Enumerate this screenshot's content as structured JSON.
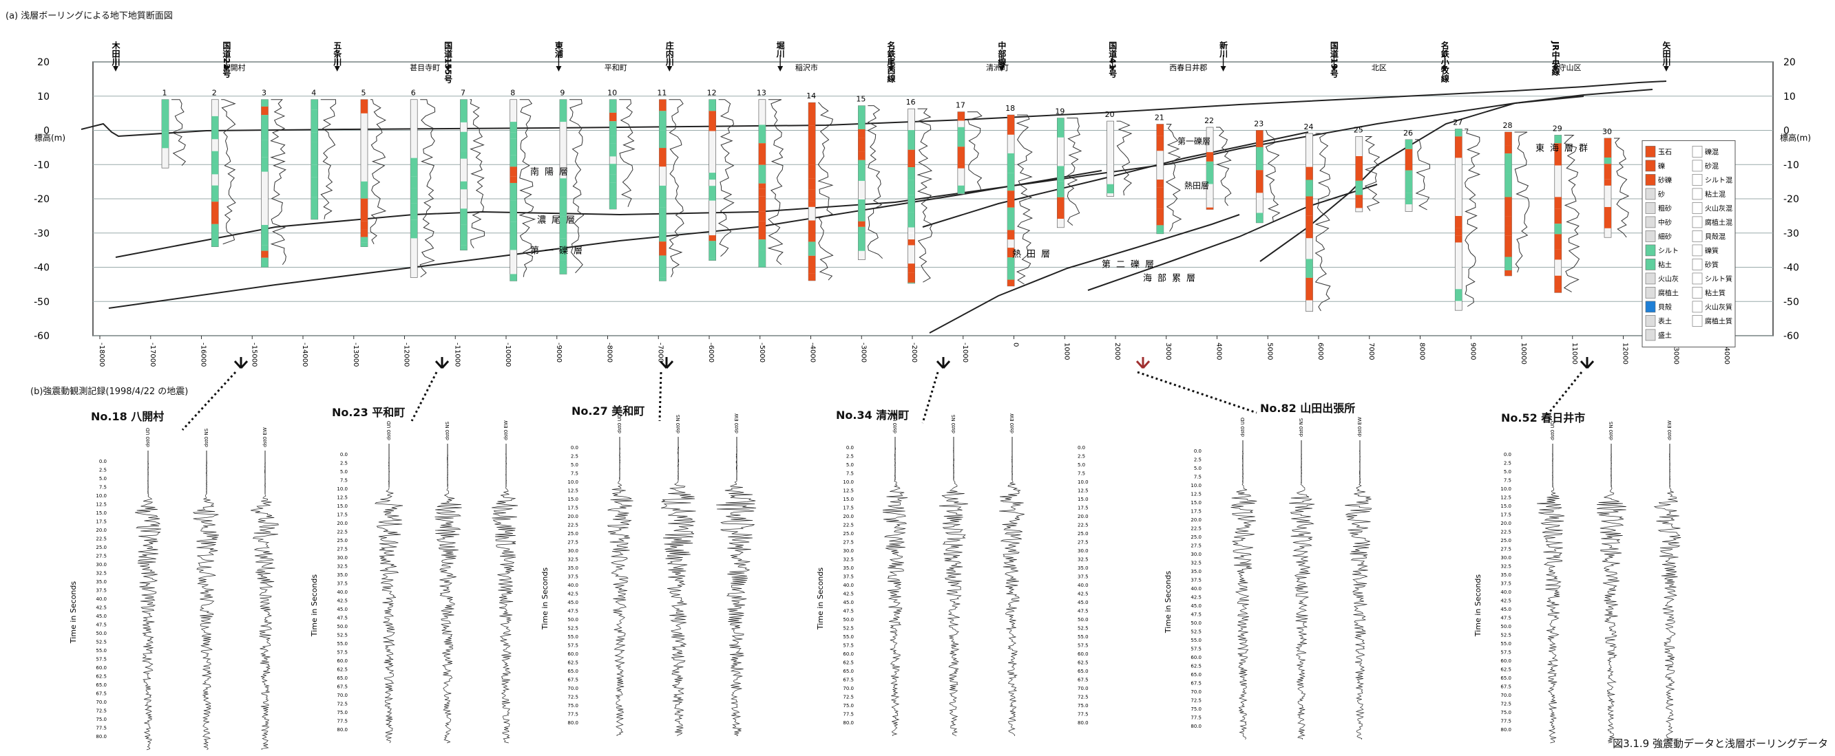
{
  "captions": {
    "section": "(a) 浅層ボーリングによる地下地質断面図",
    "records": "(b)強震動観測記録(1998/4/22 の地震)",
    "figure": "図3.1.9  強震動データと浅層ボーリングデータ"
  },
  "section": {
    "ylabel": "標高(m)",
    "yticks": [
      20,
      10,
      0,
      -10,
      -20,
      -30,
      -40,
      -50,
      -60
    ],
    "xticks": [
      "-18000",
      "-17000",
      "-16000",
      "-15000",
      "-14000",
      "-13000",
      "-12000",
      "-11000",
      "-10000",
      "-9000",
      "-8000",
      "-7000",
      "-6000",
      "-5000",
      "-4000",
      "-3000",
      "-2000",
      "-1000",
      "0",
      "1000",
      "2000",
      "3000",
      "4000",
      "5000",
      "6000",
      "7000",
      "8000",
      "9000",
      "10000",
      "11000",
      "12000",
      "13000",
      "14000"
    ],
    "landmarks": [
      "木田川",
      "国道22号",
      "五条川",
      "国道155号",
      "東浦",
      "庄内川",
      "堀川",
      "名鉄尾西線",
      "中部線",
      "国道41号",
      "新川",
      "国道19号",
      "名鉄小牧線",
      "JR中央線",
      "矢田川"
    ],
    "districts": [
      "八開村",
      "甚目寺町",
      "平和町",
      "稲沢市",
      "清洲町",
      "西春日井郡",
      "北区",
      "守山区"
    ],
    "layers": [
      "南陽層",
      "濃尾層",
      "第一礫層",
      "熱田層",
      "第二礫層",
      "海部累層",
      "東海層群"
    ],
    "boreholes": [
      "1",
      "2",
      "3",
      "4",
      "5",
      "6",
      "7",
      "8",
      "9",
      "10",
      "11",
      "12",
      "13",
      "14",
      "15",
      "16",
      "17",
      "18",
      "19",
      "20",
      "21",
      "22",
      "23",
      "24",
      "25",
      "26",
      "27",
      "28",
      "29",
      "30"
    ],
    "legend": [
      "玉石",
      "礫",
      "砂礫",
      "砂",
      "粗砂",
      "中砂",
      "細砂",
      "シルト",
      "粘土",
      "火山灰",
      "腐植土",
      "貝殻",
      "表土",
      "盛土",
      "礫混",
      "砂混",
      "シルト混",
      "粘土混",
      "火山灰混",
      "腐植土混",
      "貝殻混",
      "礫質",
      "砂質",
      "シルト質",
      "粘土質",
      "火山灰質",
      "腐植土質"
    ],
    "legend_colors": {
      "gravel": "#e8501c",
      "silt": "#5fcf9d",
      "shell": "#1e7fd6"
    }
  },
  "records": {
    "time_label": "Time in Seconds",
    "time_ticks": [
      "0.0",
      "2.5",
      "5.0",
      "7.5",
      "10.0",
      "12.5",
      "15.0",
      "17.5",
      "20.0",
      "22.5",
      "25.0",
      "27.5",
      "30.0",
      "32.5",
      "35.0",
      "37.5",
      "40.0",
      "42.5",
      "45.0",
      "47.5",
      "50.0",
      "52.5",
      "55.0",
      "57.5",
      "60.0",
      "62.5",
      "65.0",
      "67.5",
      "70.0",
      "72.5",
      "75.0",
      "77.5",
      "80.0"
    ],
    "channels": [
      "dst0 UD",
      "dst0 NS",
      "dst0 EW"
    ],
    "stations": [
      {
        "label": "No.18  八開村"
      },
      {
        "label": "No.23  平和町"
      },
      {
        "label": "No.27  美和町"
      },
      {
        "label": "No.34  清洲町"
      },
      {
        "label": "No.82  山田出張所"
      },
      {
        "label": "No.52  春日井市"
      }
    ]
  }
}
